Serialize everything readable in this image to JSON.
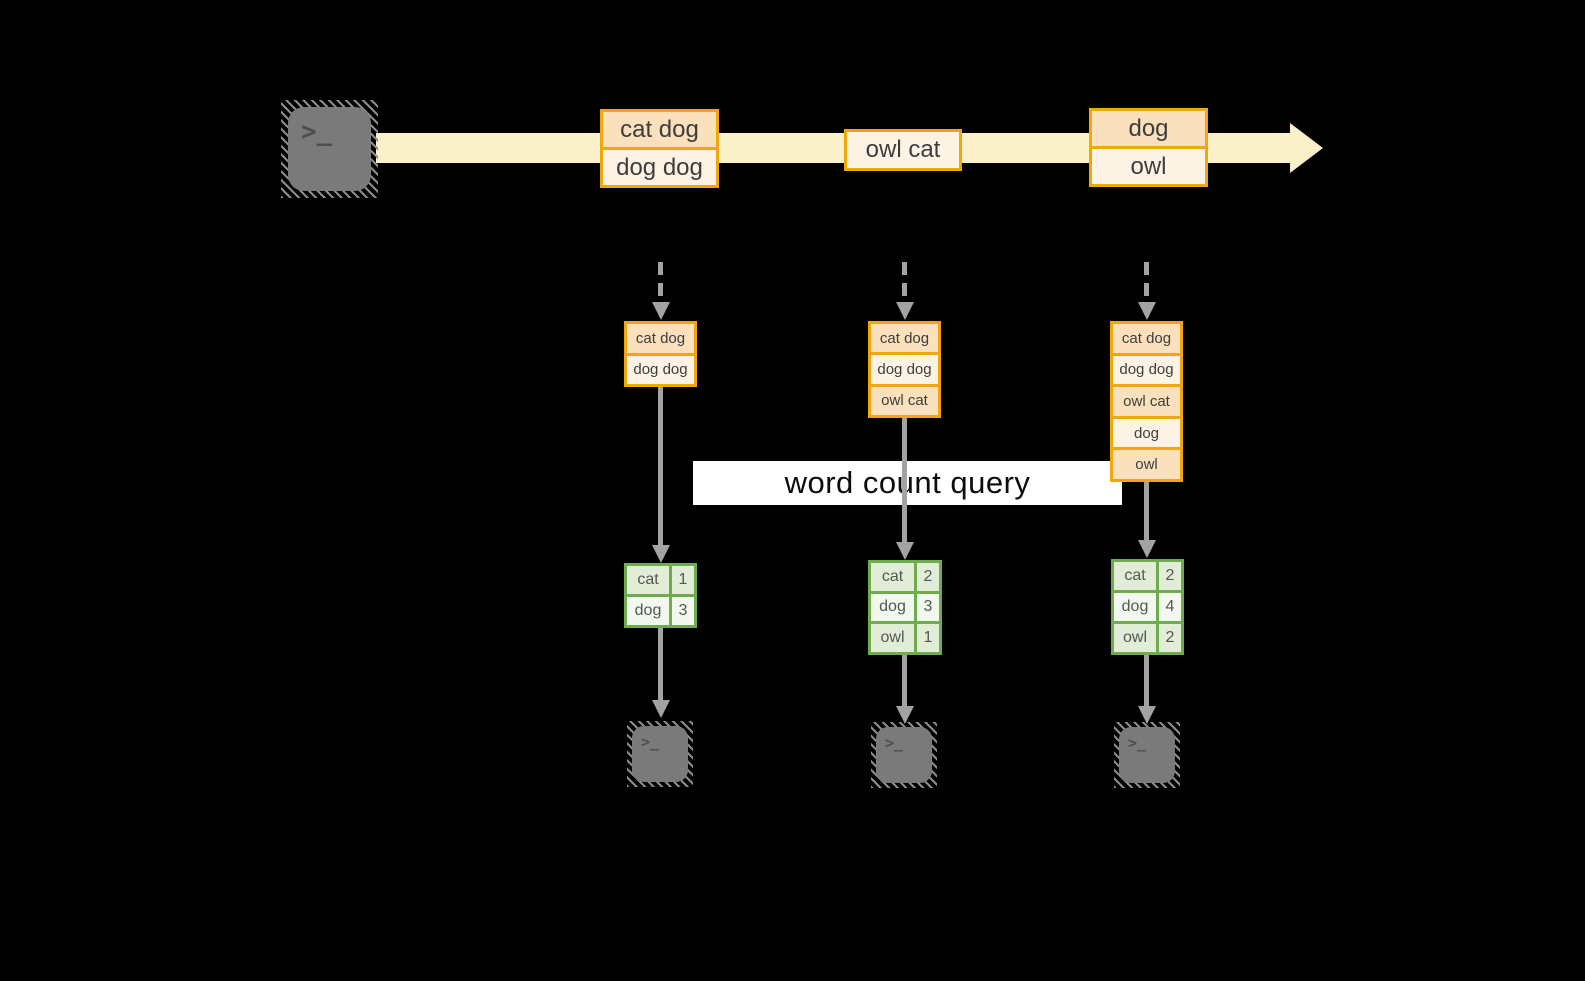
{
  "query_label": "word count query",
  "icons": {
    "terminal_glyph": ">_"
  },
  "stream": {
    "batches": [
      {
        "lines": [
          "cat dog",
          "dog dog"
        ]
      },
      {
        "lines": [
          "owl cat"
        ]
      },
      {
        "lines": [
          "dog",
          "owl"
        ]
      }
    ]
  },
  "columns": [
    {
      "input_lines": [
        "cat dog",
        "dog dog"
      ],
      "counts": [
        {
          "word": "cat",
          "n": "1"
        },
        {
          "word": "dog",
          "n": "3"
        }
      ]
    },
    {
      "input_lines": [
        "cat dog",
        "dog dog",
        "owl cat"
      ],
      "counts": [
        {
          "word": "cat",
          "n": "2"
        },
        {
          "word": "dog",
          "n": "3"
        },
        {
          "word": "owl",
          "n": "1"
        }
      ]
    },
    {
      "input_lines": [
        "cat dog",
        "dog dog",
        "owl cat",
        "dog",
        "owl"
      ],
      "counts": [
        {
          "word": "cat",
          "n": "2"
        },
        {
          "word": "dog",
          "n": "4"
        },
        {
          "word": "owl",
          "n": "2"
        }
      ]
    }
  ],
  "colors": {
    "background": "#000000",
    "stream_band": "#FAF0CA",
    "box_border": "#F0A70C",
    "box_fill_peach": "#FAE0BC",
    "box_fill_cream": "#FDF3E4",
    "table_border": "#6FAC4D",
    "table_fill_dark": "#E1EDD7",
    "table_fill_light": "#F3F8EF",
    "arrow_gray": "#A3A3A3",
    "terminal_gray": "#7A7A7A",
    "banner_bg": "#FFFFFF"
  }
}
